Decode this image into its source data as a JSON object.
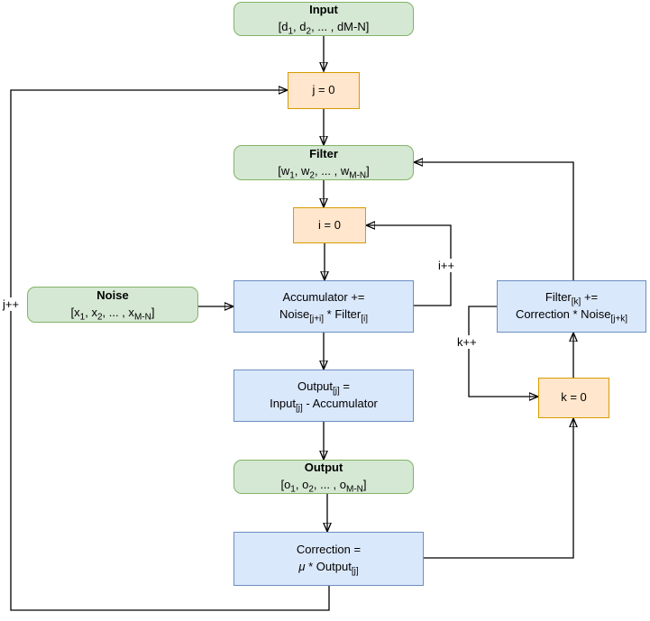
{
  "nodes": {
    "input": {
      "title": "Input",
      "p1": "[d",
      "p2": "1",
      "p3": ", d",
      "p4": "2",
      "p5": ", ... , dM-N]"
    },
    "j0": {
      "label": "j = 0"
    },
    "filter": {
      "title": "Filter",
      "p1": "[w",
      "p2": "1",
      "p3": ", w",
      "p4": "2",
      "p5": ", ... , w",
      "p6": "M-N",
      "p7": "]"
    },
    "i0": {
      "label": "i = 0"
    },
    "noise": {
      "title": "Noise",
      "p1": "[x",
      "p2": "1",
      "p3": ", x",
      "p4": "2",
      "p5": ", ... , x",
      "p6": "M-N",
      "p7": "]"
    },
    "accumulator": {
      "l1": "Accumulator +=",
      "l2a": "Noise",
      "l2b": "[j+i]",
      "l2c": " * Filter",
      "l2d": "[i]"
    },
    "filterk": {
      "l1a": "Filter",
      "l1b": "[k]",
      "l1c": " +=",
      "l2a": "Correction * Noise",
      "l2b": "[j+k]"
    },
    "outputj": {
      "l1a": "Output",
      "l1b": "[j]",
      "l1c": " =",
      "l2a": "Input",
      "l2b": "[j]",
      "l2c": " - Accumulator"
    },
    "k0": {
      "label": "k = 0"
    },
    "output": {
      "title": "Output",
      "p1": "[o",
      "p2": "1",
      "p3": ", o",
      "p4": "2",
      "p5": ", ... , o",
      "p6": "M-N",
      "p7": "]"
    },
    "correction": {
      "l1": "Correction =",
      "l2a": "μ",
      "l2b": " * Output",
      "l2c": "[j]"
    }
  },
  "loop_labels": {
    "i": "i++",
    "j": "j++",
    "k": "k++"
  },
  "colors": {
    "green_fill": "#d5e8d4",
    "green_stroke": "#82b366",
    "orange_fill": "#ffe6cc",
    "orange_stroke": "#d79b00",
    "blue_fill": "#dae8fc",
    "blue_stroke": "#6c8ebf",
    "line": "#000000"
  }
}
